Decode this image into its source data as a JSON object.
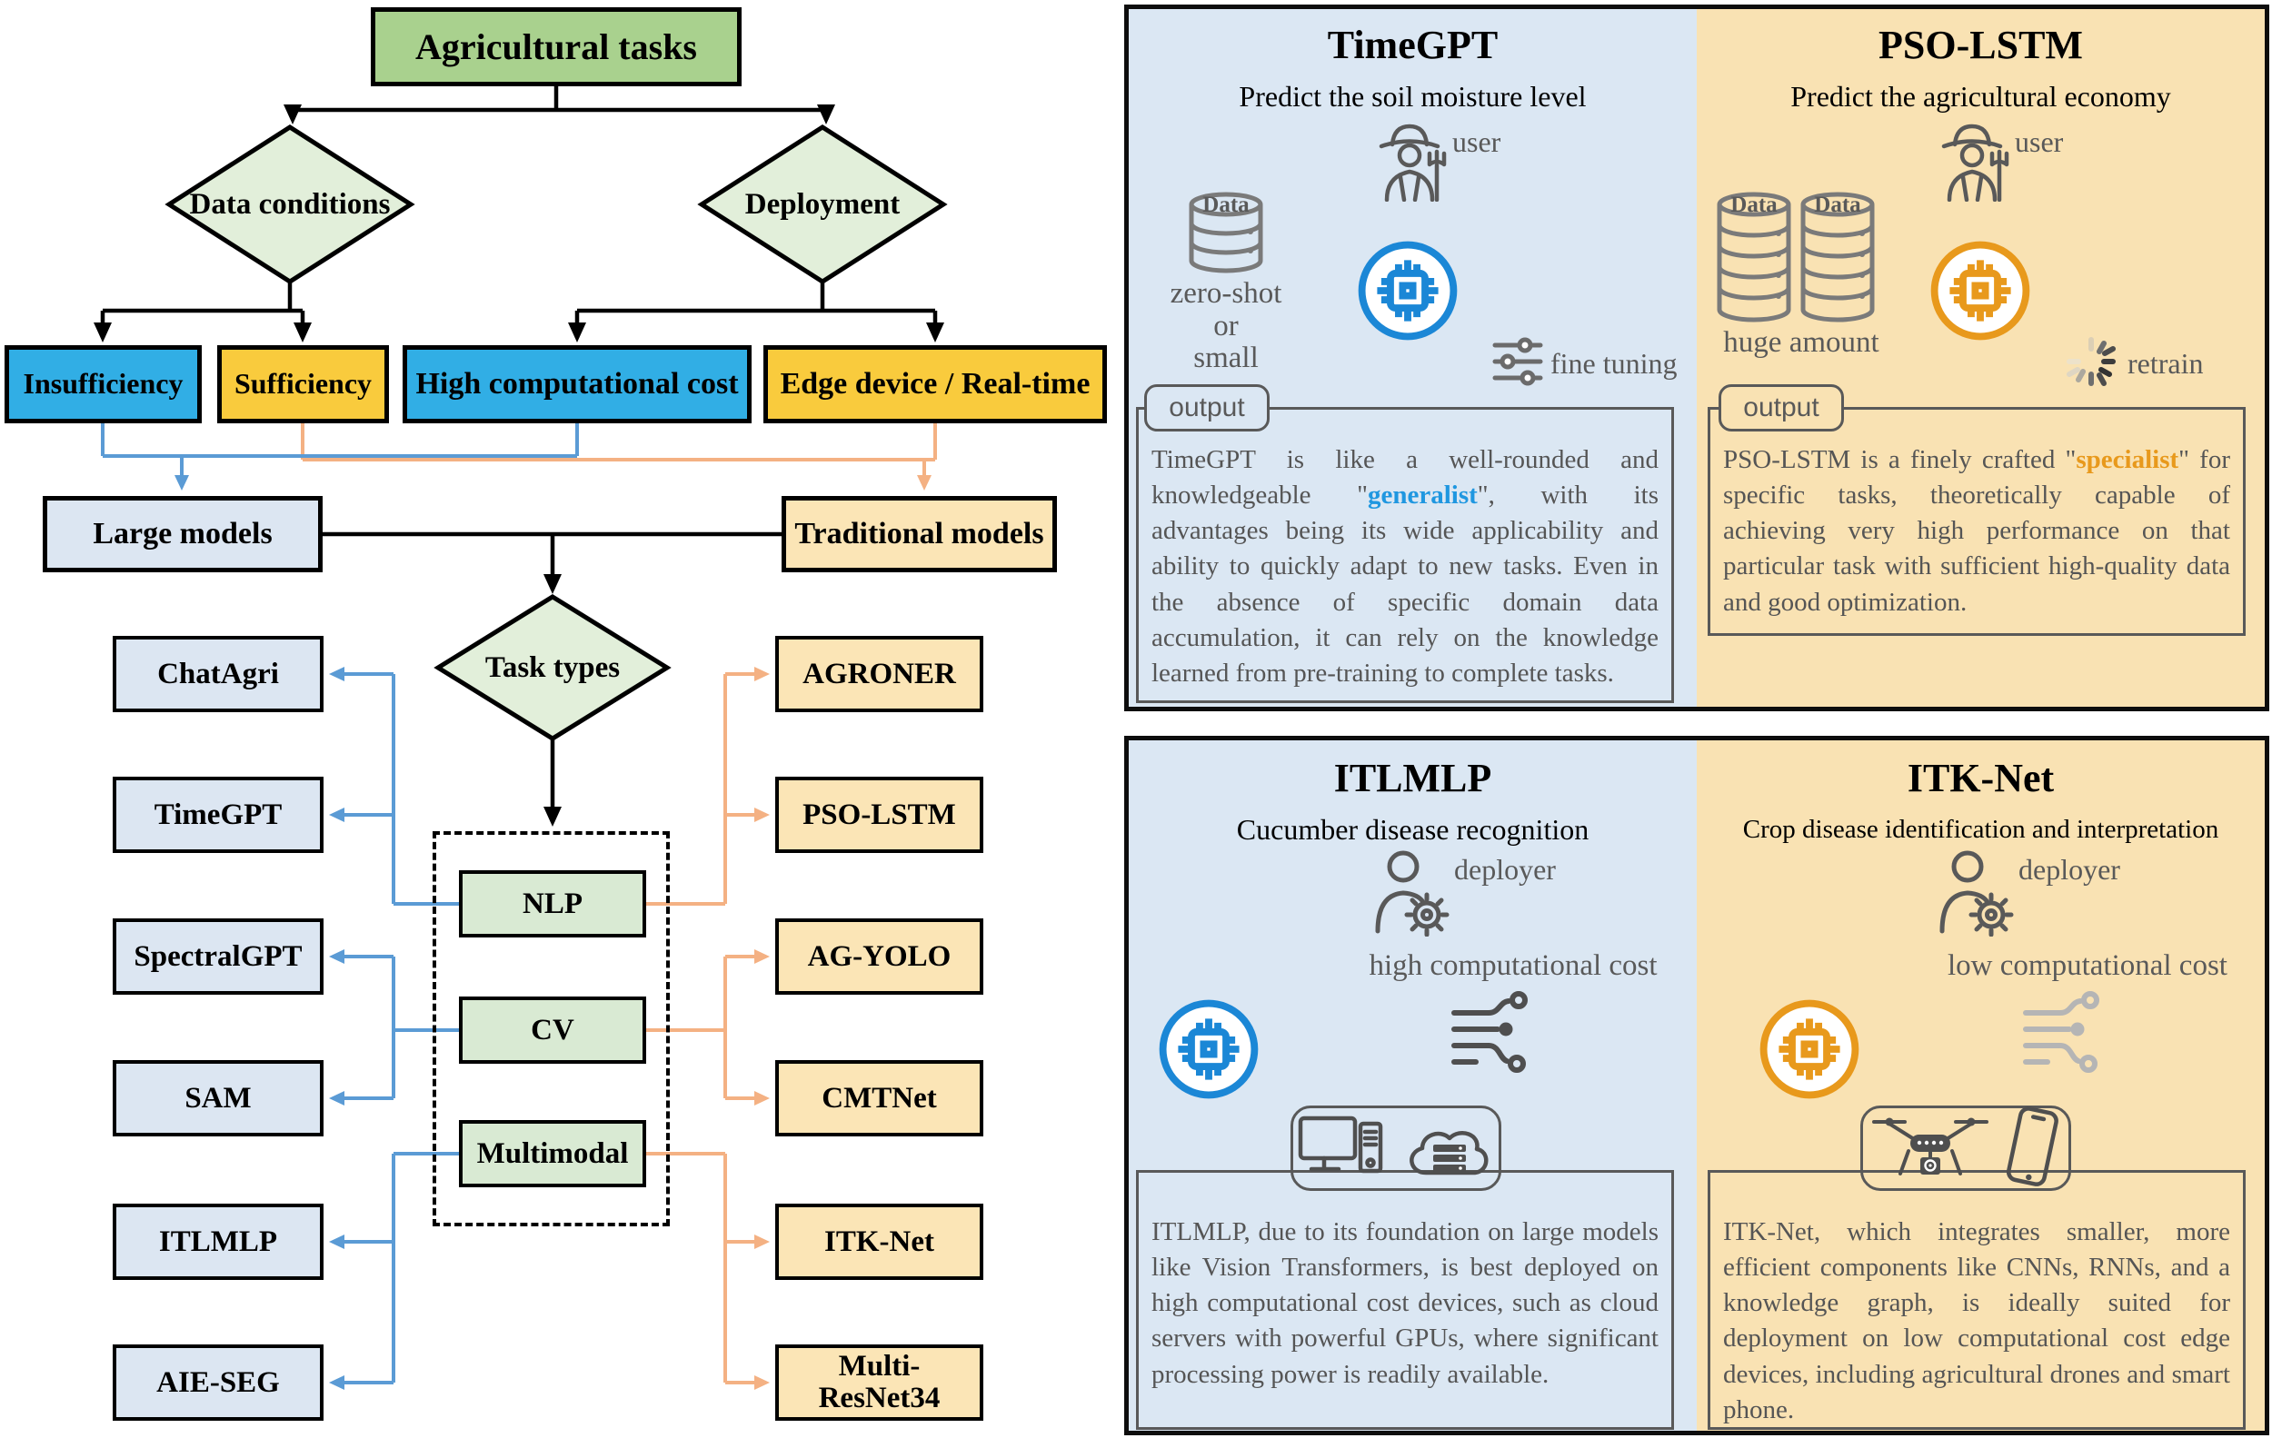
{
  "figure": {
    "root_label": "Agricultural tasks",
    "decision_data": "Data conditions",
    "decision_deploy": "Deployment",
    "decision_task": "Task types",
    "cond_insufficiency": "Insufficiency",
    "cond_sufficiency": "Sufficiency",
    "cond_high_cost": "High computational cost",
    "cond_edge": "Edge device / Real-time",
    "group_large": "Large models",
    "group_traditional": "Traditional models",
    "cat_nlp": "NLP",
    "cat_cv": "CV",
    "cat_multimodal": "Multimodal",
    "large_models": [
      "ChatAgri",
      "TimeGPT",
      "SpectralGPT",
      "SAM",
      "ITLMLP",
      "AIE-SEG"
    ],
    "traditional_models": [
      "AGRONER",
      "PSO-LSTM",
      "AG-YOLO",
      "CMTNet",
      "ITK-Net",
      "Multi-ResNet34"
    ]
  },
  "panels": [
    {
      "title": "TimeGPT",
      "subtitle": "Predict the soil moisture level",
      "actor_label": "user",
      "db_label": "Data",
      "db_caption": "zero-shot\nor\nsmall",
      "aux_label": "fine tuning",
      "output_label": "output",
      "body_pre": "TimeGPT is like a well-rounded and knowledgeable \"",
      "keyword": "generalist",
      "body_post": "\", with its advantages being its wide applicability and ability to quickly adapt to new tasks. Even in the absence of specific domain data accumulation, it can rely on the knowledge learned from pre-training to complete tasks.",
      "keyword_color": "#1f97e0"
    },
    {
      "title": "PSO-LSTM",
      "subtitle": "Predict the agricultural economy",
      "actor_label": "user",
      "db_label": "Data",
      "db_label2": "Data",
      "db_caption": "huge amount",
      "aux_label": "retrain",
      "output_label": "output",
      "body_pre": "PSO-LSTM is a finely crafted \"",
      "keyword": "specialist",
      "body_post": "\" for specific tasks, theoretically capable of achieving very high performance on that particular task with sufficient high-quality data and good optimization.",
      "keyword_color": "#e8991c"
    },
    {
      "title": "ITLMLP",
      "subtitle": "Cucumber disease recognition",
      "actor_label": "deployer",
      "aux_label": "high computational cost",
      "output_label": "",
      "body_pre": "ITLMLP, due to its foundation on large models like Vision Transformers, is best deployed on high computational cost devices, such as cloud servers with powerful GPUs, where significant processing power is readily available.",
      "keyword": "",
      "body_post": ""
    },
    {
      "title": "ITK-Net",
      "subtitle": "Crop disease identification and interpretation",
      "actor_label": "deployer",
      "aux_label": "low computational cost",
      "output_label": "",
      "body_pre": "ITK-Net, which integrates smaller, more efficient components like CNNs, RNNs, and a knowledge graph, is ideally suited for deployment on low computational cost edge devices, including agricultural drones and smart phone.",
      "keyword": "",
      "body_post": ""
    }
  ],
  "icons": [
    "farmer-user-icon",
    "deployer-gear-icon",
    "database-icon",
    "chip-icon",
    "fine-tuning-sliders-icon",
    "retrain-spinner-icon",
    "circuit-cost-icon",
    "computer-icon",
    "cloud-server-icon",
    "drone-icon",
    "smartphone-icon"
  ],
  "colors": {
    "condition_blue": "#31aee5",
    "condition_yellow": "#f9cb3d",
    "green_box": "#a9d18e",
    "green_light": "#e2efda",
    "green_category": "#d9ead3",
    "large_model_fill": "#dce6f2",
    "traditional_model_fill": "#fbe5b6",
    "panel_blue_bg": "#dbe7f3",
    "panel_tan_bg": "#f9e2b3",
    "line_blue": "#5b9bd5",
    "line_orange": "#f4b183",
    "chip_blue": "#1b87d6",
    "chip_orange": "#e8991c",
    "gray_text": "#595959"
  }
}
